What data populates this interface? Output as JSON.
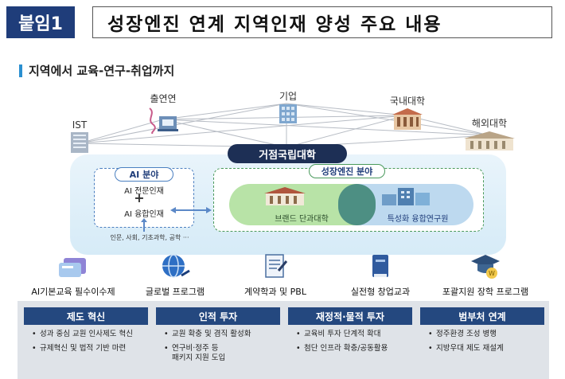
{
  "header": {
    "badge": "붙임1",
    "title": "성장엔진 연계 지역인재 양성 주요 내용"
  },
  "subheading": "지역에서 교육-연구-취업까지",
  "network_nodes": [
    {
      "label": "IST",
      "icon": "building-icon"
    },
    {
      "label": "출연연",
      "icon": "research-lab-icon"
    },
    {
      "label": "기업",
      "icon": "office-tower-icon"
    },
    {
      "label": "국내대학",
      "icon": "university-icon"
    },
    {
      "label": "해외대학",
      "icon": "campus-icon"
    }
  ],
  "hub": {
    "title": "거점국립대학",
    "ai": {
      "tag": "AI 분야",
      "line1": "AI 전문인재",
      "plus": "+",
      "line2": "AI 융합인재",
      "note": "인문, 사회, 기초과학, 공학 ···"
    },
    "growth": {
      "tag": "성장엔진 분야",
      "left": "브랜드 단과대학",
      "right": "특성화 융합연구원"
    }
  },
  "programs": [
    {
      "label": "AI기본교육 필수이수제",
      "icon": "card-icon"
    },
    {
      "label": "글로벌 프로그램",
      "icon": "globe-icon"
    },
    {
      "label": "계약학과 및 PBL",
      "icon": "document-icon"
    },
    {
      "label": "실전형 창업교과",
      "icon": "book-icon"
    },
    {
      "label": "포괄지원 장학 프로그램",
      "icon": "graduation-cap-icon"
    }
  ],
  "pillars": [
    {
      "head": "제도 혁신",
      "items": [
        "성과 중심 교원 인사제도 혁신",
        "규제혁신 및 법적 기반 마련"
      ]
    },
    {
      "head": "인적 투자",
      "items": [
        "교원 확충 및 겸직 활성화",
        "연구비·정주 등\n패키지 지원 도입"
      ]
    },
    {
      "head": "재정적·물적 투자",
      "items": [
        "교육비 투자 단계적 확대",
        "첨단 인프라 확충/공동활용"
      ]
    },
    {
      "head": "범부처 연계",
      "items": [
        "정주환경 조성 병행",
        "지방우대 제도 재설계"
      ]
    }
  ],
  "colors": {
    "navy": "#1f3d7a",
    "accent_blue": "#2a8fd0",
    "green": "#b8e3a7",
    "light_blue": "#b9d7ee"
  }
}
